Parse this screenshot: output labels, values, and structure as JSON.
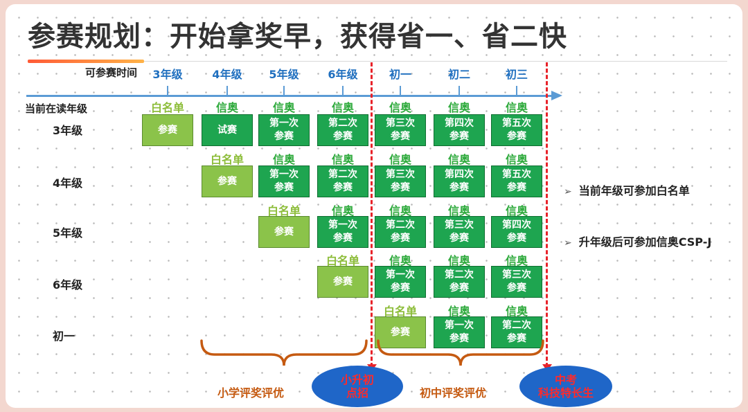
{
  "title": "参赛规划：开始拿奖早，获得省一、省二快",
  "timeline_label": "可参赛时间",
  "current_grade_label": "当前在读年级",
  "years": [
    "3年级",
    "4年级",
    "5年级",
    "6年级",
    "初一",
    "初二",
    "初三"
  ],
  "rows": [
    {
      "label": "3年级",
      "cells": [
        {
          "col": 0,
          "tag": "白名单",
          "text": "参赛",
          "style": "light"
        },
        {
          "col": 1,
          "tag": "信奥",
          "text": "试赛",
          "style": "dark"
        },
        {
          "col": 2,
          "tag": "信奥",
          "text": "第一次\n参赛",
          "style": "dark"
        },
        {
          "col": 3,
          "tag": "信奥",
          "text": "第二次\n参赛",
          "style": "dark"
        },
        {
          "col": 4,
          "tag": "信奥",
          "text": "第三次\n参赛",
          "style": "dark"
        },
        {
          "col": 5,
          "tag": "信奥",
          "text": "第四次\n参赛",
          "style": "dark"
        },
        {
          "col": 6,
          "tag": "信奥",
          "text": "第五次\n参赛",
          "style": "dark"
        }
      ]
    },
    {
      "label": "4年级",
      "cells": [
        {
          "col": 1,
          "tag": "白名单",
          "text": "参赛",
          "style": "light"
        },
        {
          "col": 2,
          "tag": "信奥",
          "text": "第一次\n参赛",
          "style": "dark"
        },
        {
          "col": 3,
          "tag": "信奥",
          "text": "第二次\n参赛",
          "style": "dark"
        },
        {
          "col": 4,
          "tag": "信奥",
          "text": "第三次\n参赛",
          "style": "dark"
        },
        {
          "col": 5,
          "tag": "信奥",
          "text": "第四次\n参赛",
          "style": "dark"
        },
        {
          "col": 6,
          "tag": "信奥",
          "text": "第五次\n参赛",
          "style": "dark"
        }
      ]
    },
    {
      "label": "5年级",
      "cells": [
        {
          "col": 2,
          "tag": "白名单",
          "text": "参赛",
          "style": "light"
        },
        {
          "col": 3,
          "tag": "信奥",
          "text": "第一次\n参赛",
          "style": "dark"
        },
        {
          "col": 4,
          "tag": "信奥",
          "text": "第二次\n参赛",
          "style": "dark"
        },
        {
          "col": 5,
          "tag": "信奥",
          "text": "第三次\n参赛",
          "style": "dark"
        },
        {
          "col": 6,
          "tag": "信奥",
          "text": "第四次\n参赛",
          "style": "dark"
        }
      ]
    },
    {
      "label": "6年级",
      "cells": [
        {
          "col": 3,
          "tag": "白名单",
          "text": "参赛",
          "style": "light"
        },
        {
          "col": 4,
          "tag": "信奥",
          "text": "第一次\n参赛",
          "style": "dark"
        },
        {
          "col": 5,
          "tag": "信奥",
          "text": "第二次\n参赛",
          "style": "dark"
        },
        {
          "col": 6,
          "tag": "信奥",
          "text": "第三次\n参赛",
          "style": "dark"
        }
      ]
    },
    {
      "label": "初一",
      "cells": [
        {
          "col": 4,
          "tag": "白名单",
          "text": "参赛",
          "style": "light"
        },
        {
          "col": 5,
          "tag": "信奥",
          "text": "第一次\n参赛",
          "style": "dark"
        },
        {
          "col": 6,
          "tag": "信奥",
          "text": "第二次\n参赛",
          "style": "dark"
        }
      ]
    }
  ],
  "notes": [
    "当前年级可参加白名单",
    "升年级后可参加信奥CSP-J"
  ],
  "note_marker": "➢",
  "primary_eval": "小学评奖评优",
  "middle_eval": "初中评奖评优",
  "milestone_1": {
    "line1": "小升初",
    "line2": "点招"
  },
  "milestone_2": {
    "line1": "中考",
    "line2": "科技特长生"
  },
  "colors": {
    "dark_cell": "#1ea550",
    "light_cell": "#8bc34a",
    "tag_green": "#2eaa3c",
    "axis": "#5b9bd5",
    "dash": "#e8232a",
    "brace": "#c55a11",
    "ellipse": "#1f66c8",
    "ellipse_text": "#ff2a2a"
  }
}
